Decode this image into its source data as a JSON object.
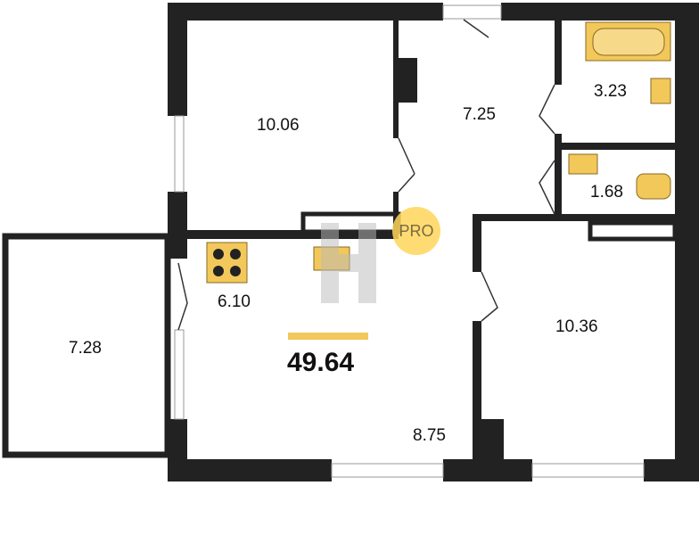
{
  "plan": {
    "total_area": "49.64",
    "accent_color": "#f2c85b",
    "wall_color": "#222222",
    "rooms": [
      {
        "name": "room",
        "area": "10.06"
      },
      {
        "name": "hall",
        "area": "7.25"
      },
      {
        "name": "bathroom",
        "area": "3.23"
      },
      {
        "name": "toilet",
        "area": "1.68"
      },
      {
        "name": "kitchen",
        "area": "6.10"
      },
      {
        "name": "balcony",
        "area": "7.28"
      },
      {
        "name": "living",
        "area": "8.75"
      },
      {
        "name": "bedroom",
        "area": "10.36"
      }
    ],
    "watermark": "PRO"
  }
}
